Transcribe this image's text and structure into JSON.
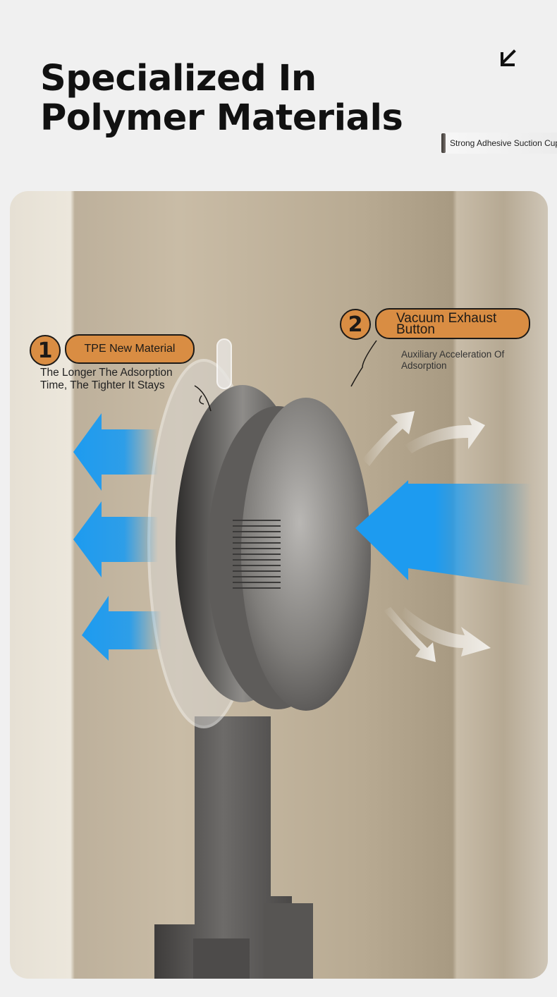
{
  "header": {
    "title_line1": "Specialized In",
    "title_line2": "Polymer Materials",
    "tag_label": "Strong Adhesive Suction Cup",
    "corner_icon": "arrow-down-left-icon"
  },
  "callout1": {
    "number": "1",
    "label": "TPE New Material",
    "description_line1": "The Longer The Adsorption",
    "description_line2": "Time, The Tighter It Stays"
  },
  "callout2": {
    "number": "2",
    "label_line1": "Vacuum Exhaust",
    "label_line2": "Button",
    "description_line1": "Auxiliary Acceleration Of",
    "description_line2": "Adsorption"
  },
  "colors": {
    "accent": "#d98d43",
    "airflow_blue": "#1d9bf0",
    "background": "#f0f0f0"
  }
}
